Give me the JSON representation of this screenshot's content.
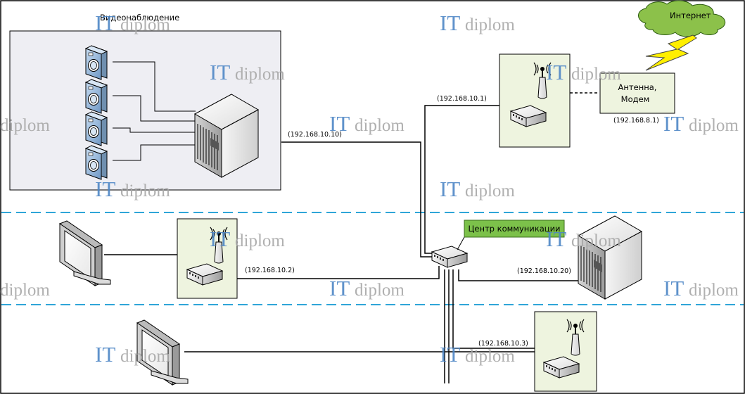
{
  "diagram": {
    "cctv_title": "Видеонаблюдение",
    "internet_label": "Интернет",
    "antenna_label_line1": "Антенна,",
    "antenna_label_line2": "Модем",
    "hub_label": "Центр коммуникации",
    "ip_cctv_server": "(192.168.10.10)",
    "ip_top_ap": "(192.168.10.1)",
    "ip_modem": "(192.168.8.1)",
    "ip_middle_ap": "(192.168.10.2)",
    "ip_main_server": "(192.168.10.20)",
    "ip_bottom_ap": "(192.168.10.3)"
  },
  "watermark": {
    "it": "IT",
    "diplom": "diplom"
  },
  "colors": {
    "frame": "#000000",
    "line": "#000000",
    "zone_divider": "#2fa5d8",
    "cctv_panel_fill": "#eeeef3",
    "ap_box_fill": "#eef4df",
    "antenna_box_fill": "#eef4df",
    "hub_label_fill": "#7cc14a",
    "cloud_fill": "#8cc14a",
    "lightning_fill": "#ffef00",
    "watermark_it": "#4d86c6",
    "watermark_diplom": "#a7a7a7"
  },
  "icons": [
    "camera-icon",
    "server-icon",
    "switch-icon",
    "router-icon",
    "monitor-icon",
    "cloud-icon",
    "lightning-icon"
  ]
}
